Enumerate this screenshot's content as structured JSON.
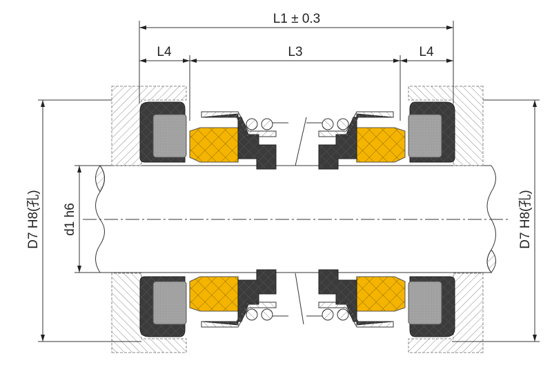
{
  "dimensions": {
    "overall_length": "L1 ± 0.3",
    "left_seat_length": "L4",
    "middle_length": "L3",
    "right_seat_length": "L4",
    "bore_diameter_left": "D7  H8(孔)",
    "shaft_diameter": "d1 h6",
    "bore_diameter_right": "D7  H8(孔)"
  },
  "colors": {
    "elastomer": "#3b3b3b",
    "seat": "#a3a3a3",
    "face": "#f4b400",
    "hatch": "#888888"
  }
}
